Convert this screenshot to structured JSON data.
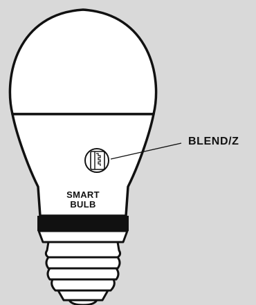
{
  "bulb": {
    "label_line1": "SMART",
    "label_line2": "BULB"
  },
  "callout": {
    "label": "BLEND/Z"
  },
  "colors": {
    "background": "#d9d9d9",
    "bulb_fill": "#ffffff",
    "outline": "#111111"
  }
}
